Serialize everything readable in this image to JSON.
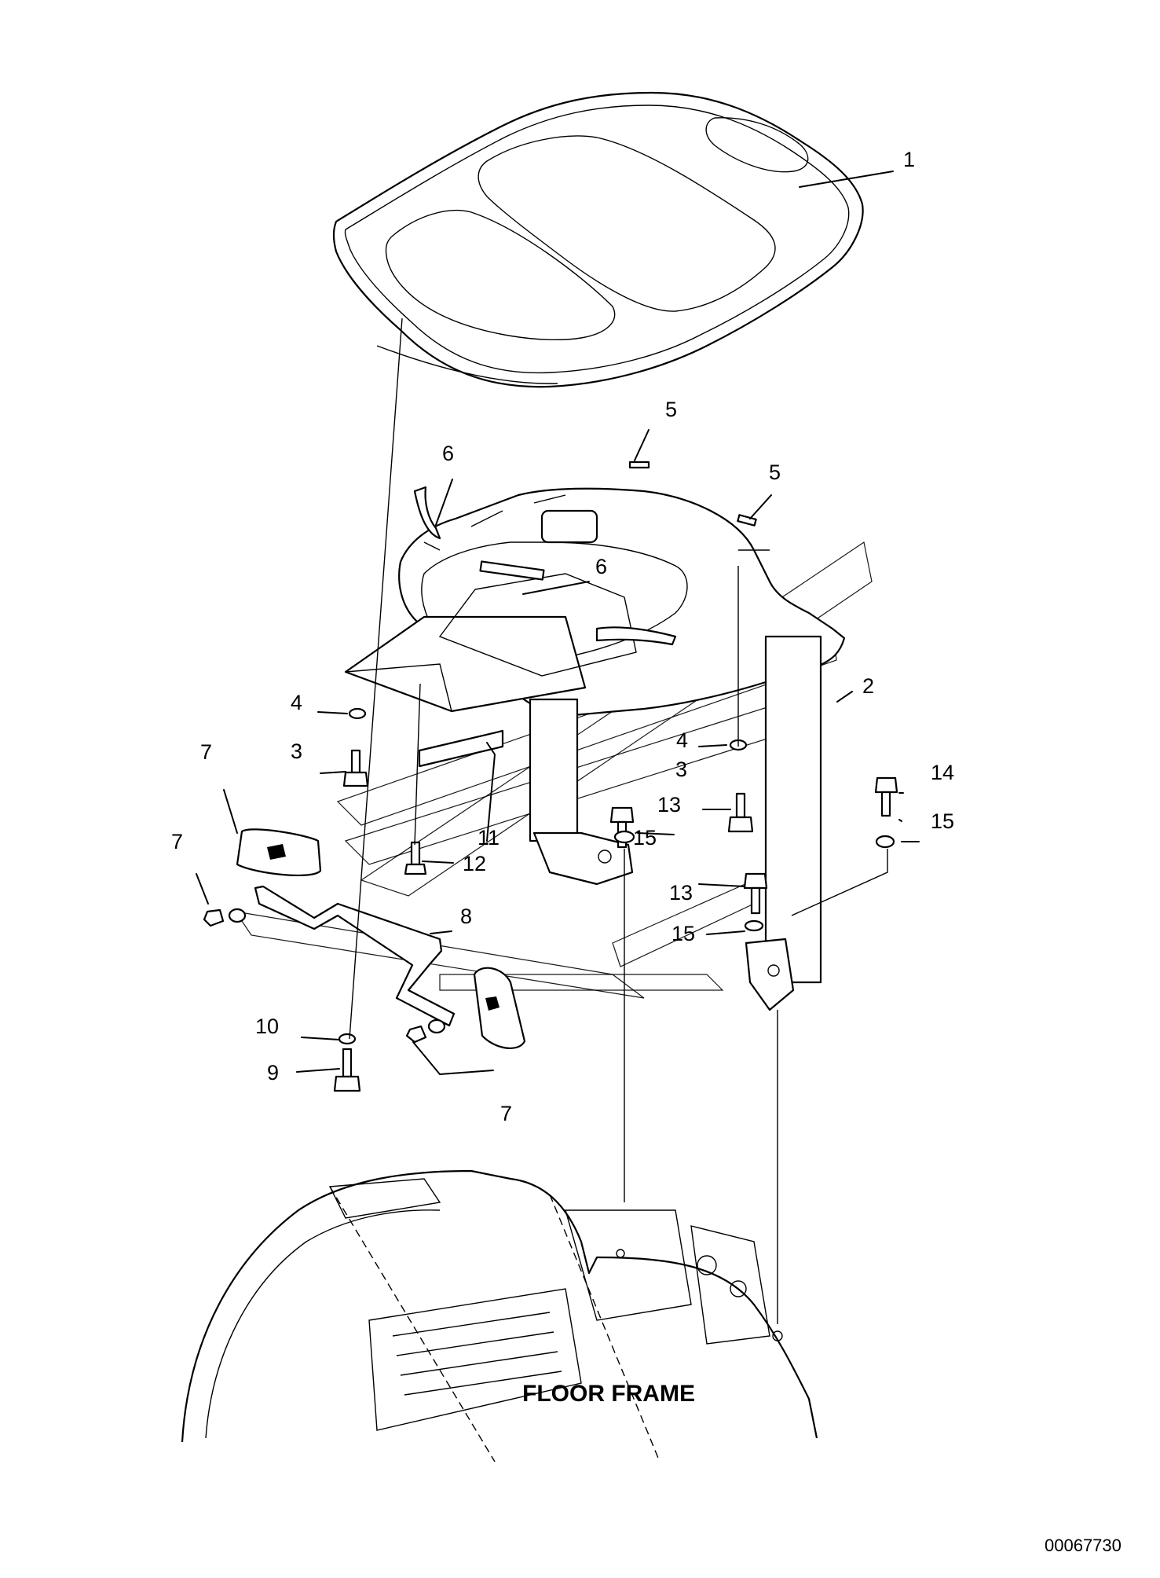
{
  "callouts": [
    {
      "id": "c1",
      "text": "1"
    },
    {
      "id": "c5a",
      "text": "5"
    },
    {
      "id": "c5b",
      "text": "5"
    },
    {
      "id": "c6a",
      "text": "6"
    },
    {
      "id": "c6b",
      "text": "6"
    },
    {
      "id": "c2",
      "text": "2"
    },
    {
      "id": "c4a",
      "text": "4"
    },
    {
      "id": "c3a",
      "text": "3"
    },
    {
      "id": "c7a",
      "text": "7"
    },
    {
      "id": "c11",
      "text": "11"
    },
    {
      "id": "c4b",
      "text": "4"
    },
    {
      "id": "c3b",
      "text": "3"
    },
    {
      "id": "c13a",
      "text": "13"
    },
    {
      "id": "c14",
      "text": "14"
    },
    {
      "id": "c15a",
      "text": "15"
    },
    {
      "id": "c15b",
      "text": "15"
    },
    {
      "id": "c12",
      "text": "12"
    },
    {
      "id": "c7b",
      "text": "7"
    },
    {
      "id": "c8",
      "text": "8"
    },
    {
      "id": "c13b",
      "text": "13"
    },
    {
      "id": "c15c",
      "text": "15"
    },
    {
      "id": "c10",
      "text": "10"
    },
    {
      "id": "c9",
      "text": "9"
    },
    {
      "id": "c7c",
      "text": "7"
    }
  ],
  "frame_label": "FLOOR FRAME",
  "document_number": "00067730"
}
